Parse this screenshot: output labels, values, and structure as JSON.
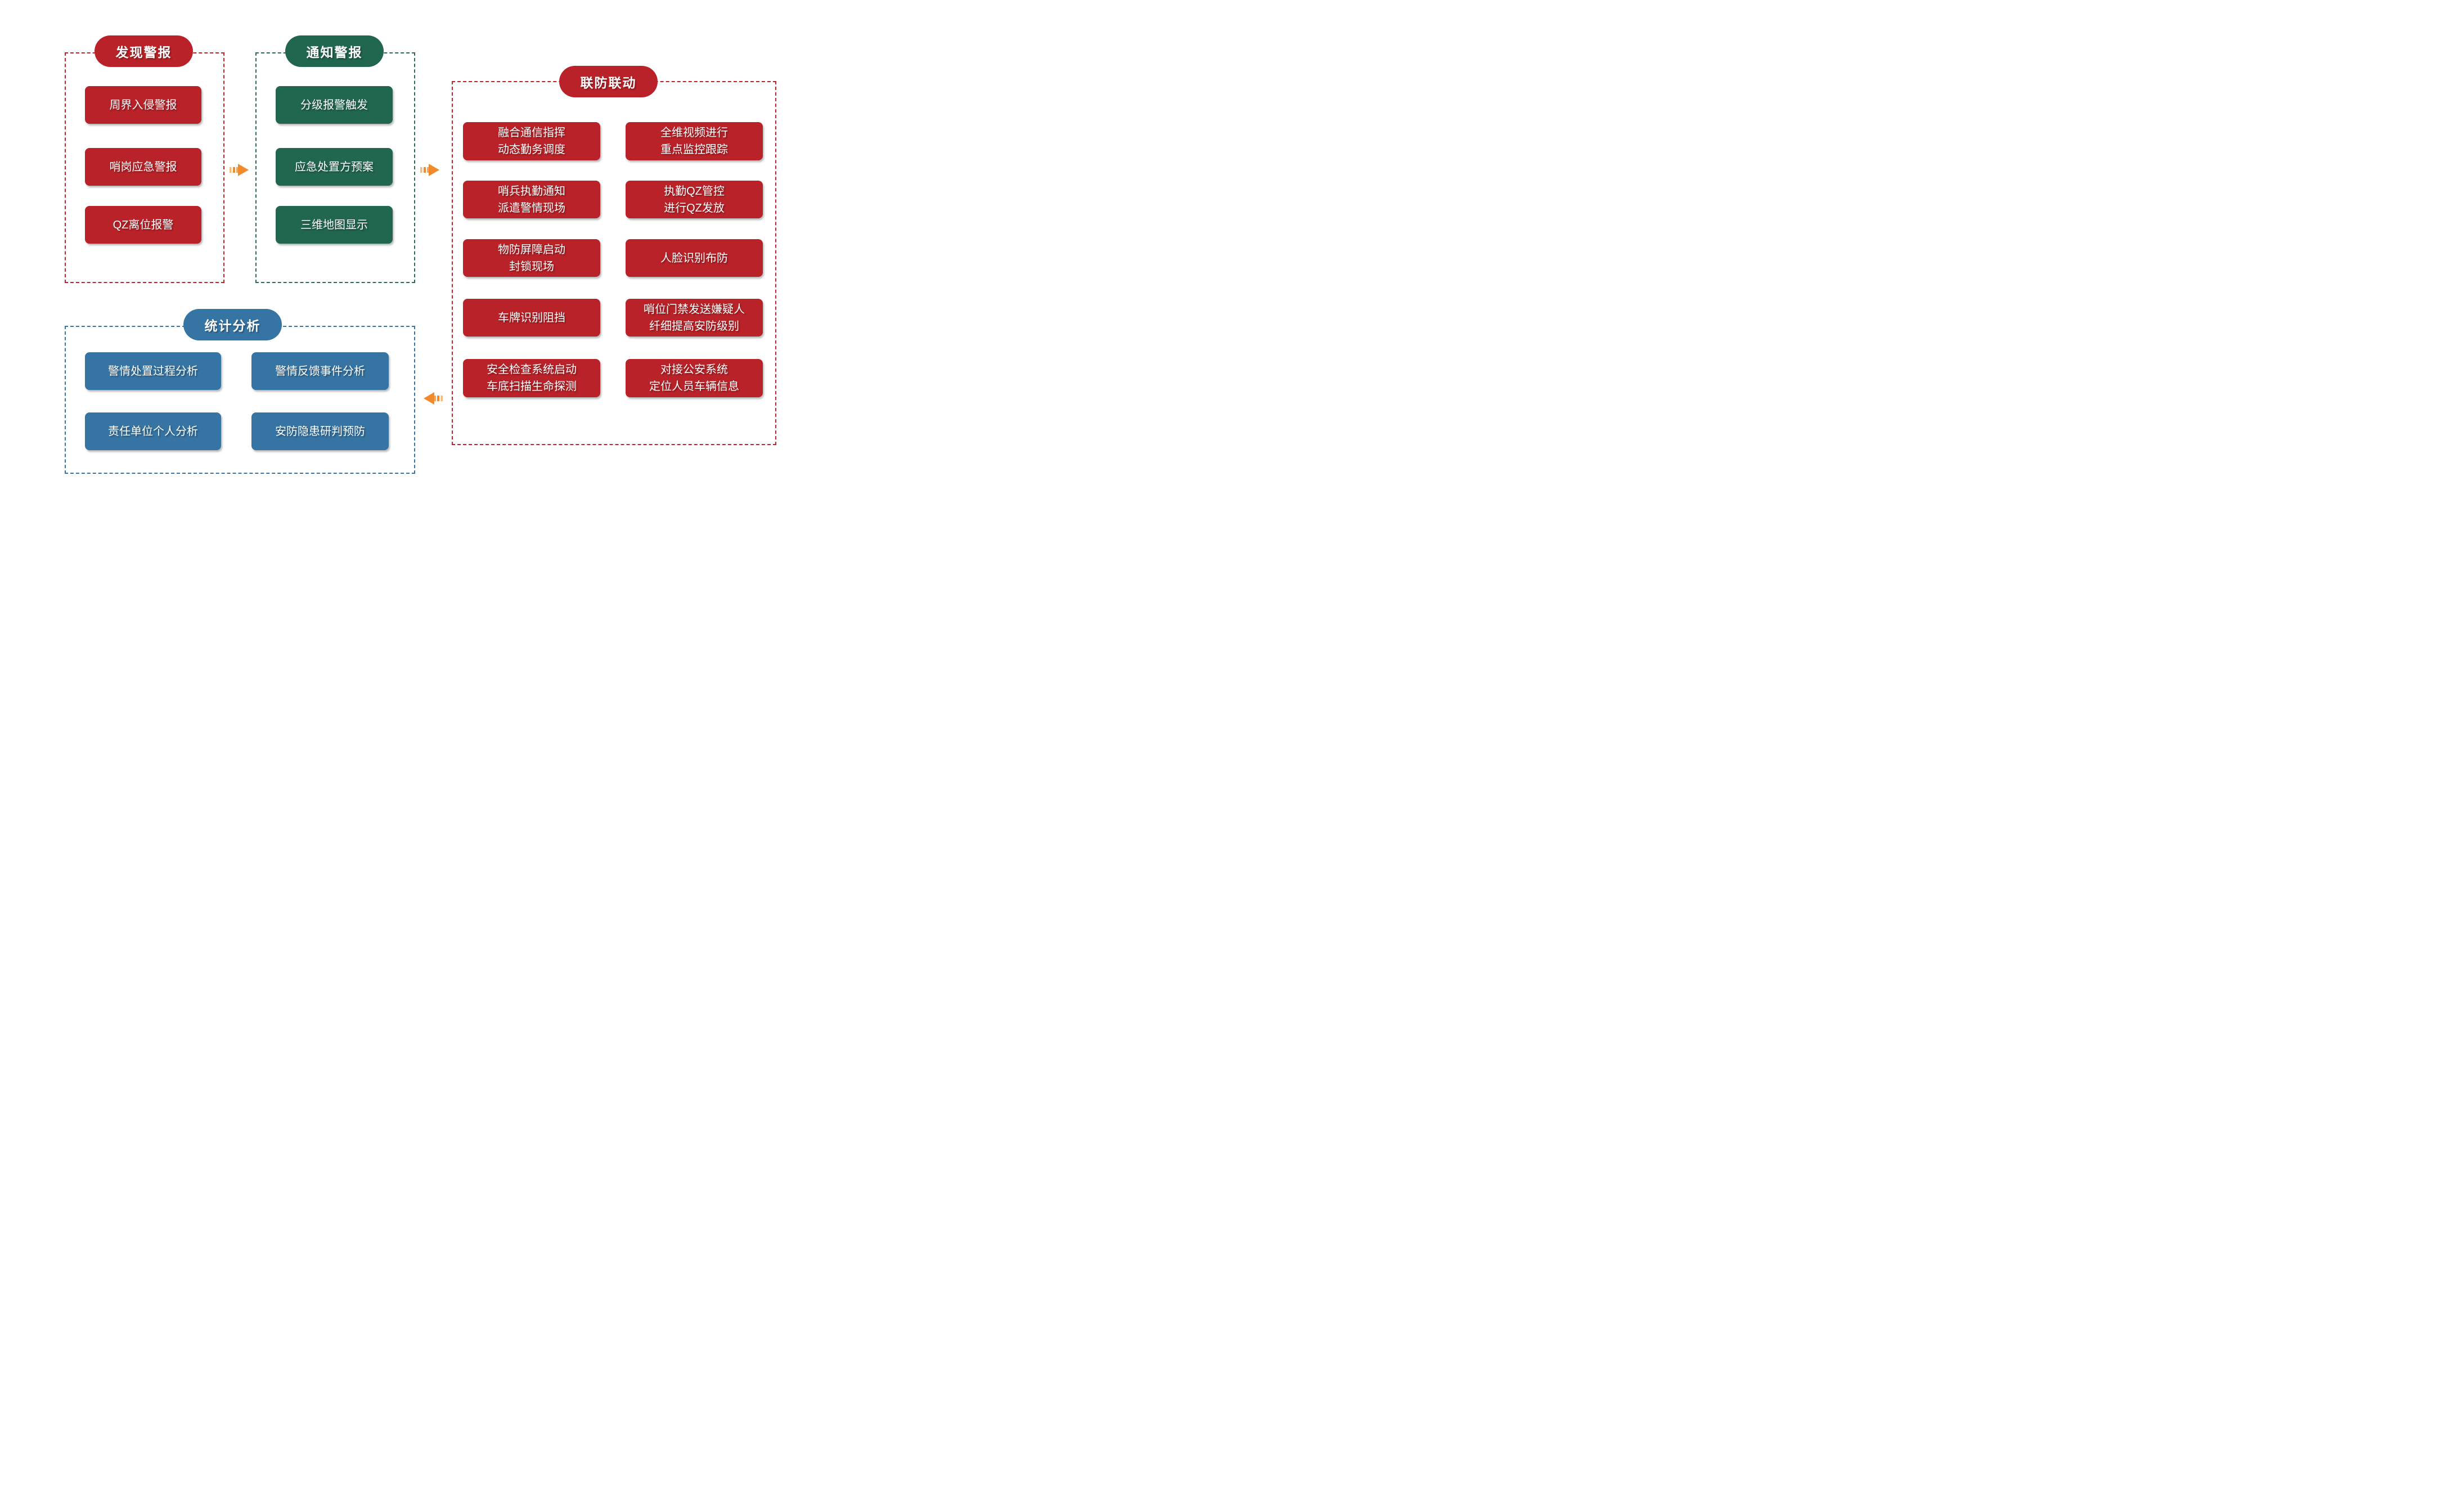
{
  "page": {
    "background": "#ffffff"
  },
  "colors": {
    "red": "#b92228",
    "green": "#21664f",
    "blue": "#3674a3",
    "arrow_orange": "#f08a2b",
    "arrow_orange_light": "#f7ba7d"
  },
  "sections": {
    "discover": {
      "title": "发现警报",
      "items": [
        "周界入侵警报",
        "哨岗应急警报",
        "QZ离位报警"
      ]
    },
    "notify": {
      "title": "通知警报",
      "items": [
        "分级报警触发",
        "应急处置方预案",
        "三维地图显示"
      ]
    },
    "linkage": {
      "title": "联防联动",
      "left_items": [
        "融合通信指挥\n动态勤务调度",
        "哨兵执勤通知\n派遣警情现场",
        "物防屏障启动\n封锁现场",
        "车牌识别阻挡",
        "安全检查系统启动\n车底扫描生命探测"
      ],
      "right_items": [
        "全维视频进行\n重点监控跟踪",
        "执勤QZ管控\n进行QZ发放",
        "人脸识别布防",
        "哨位门禁发送嫌疑人\n纤细提高安防级别",
        "对接公安系统\n定位人员车辆信息"
      ]
    },
    "stats": {
      "title": "统计分析",
      "items": [
        "警情处置过程分析",
        "警情反馈事件分析",
        "责任单位个人分析",
        "安防隐患研判预防"
      ]
    }
  },
  "icons": {
    "flow_right": "flow-arrow-right-icon",
    "flow_left": "flow-arrow-left-icon"
  }
}
